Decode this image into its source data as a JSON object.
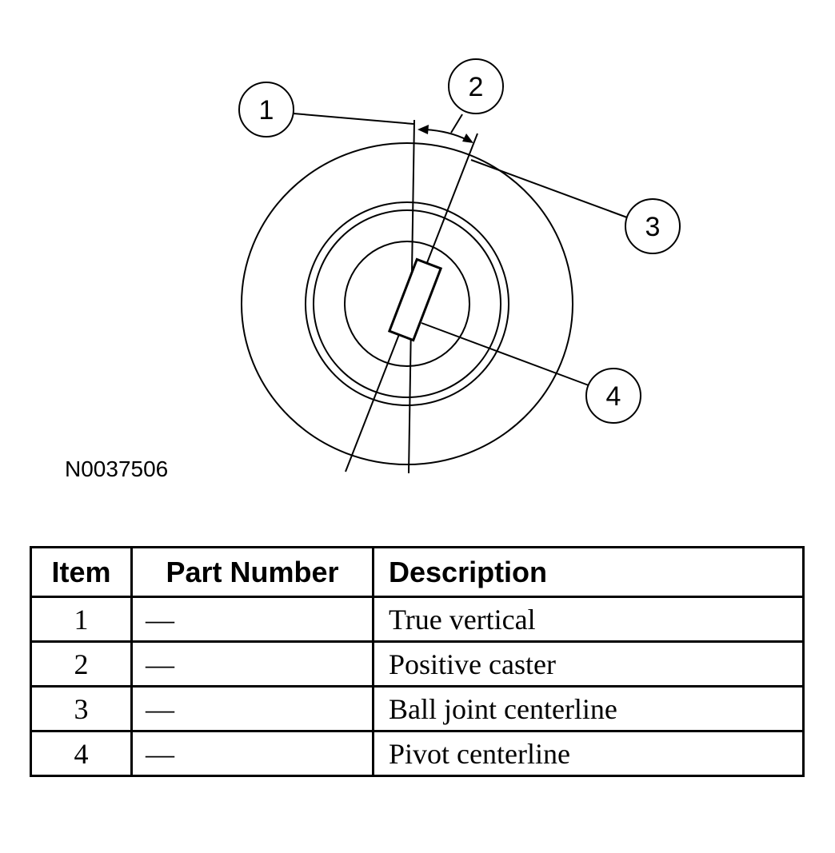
{
  "figure": {
    "code": "N0037506",
    "callouts": [
      "1",
      "2",
      "3",
      "4"
    ]
  },
  "table": {
    "headers": {
      "item": "Item",
      "part_number": "Part Number",
      "description": "Description"
    },
    "rows": [
      {
        "item": "1",
        "part_number": "—",
        "description": "True vertical"
      },
      {
        "item": "2",
        "part_number": "—",
        "description": "Positive caster"
      },
      {
        "item": "3",
        "part_number": "—",
        "description": "Ball joint centerline"
      },
      {
        "item": "4",
        "part_number": "—",
        "description": "Pivot centerline"
      }
    ]
  }
}
